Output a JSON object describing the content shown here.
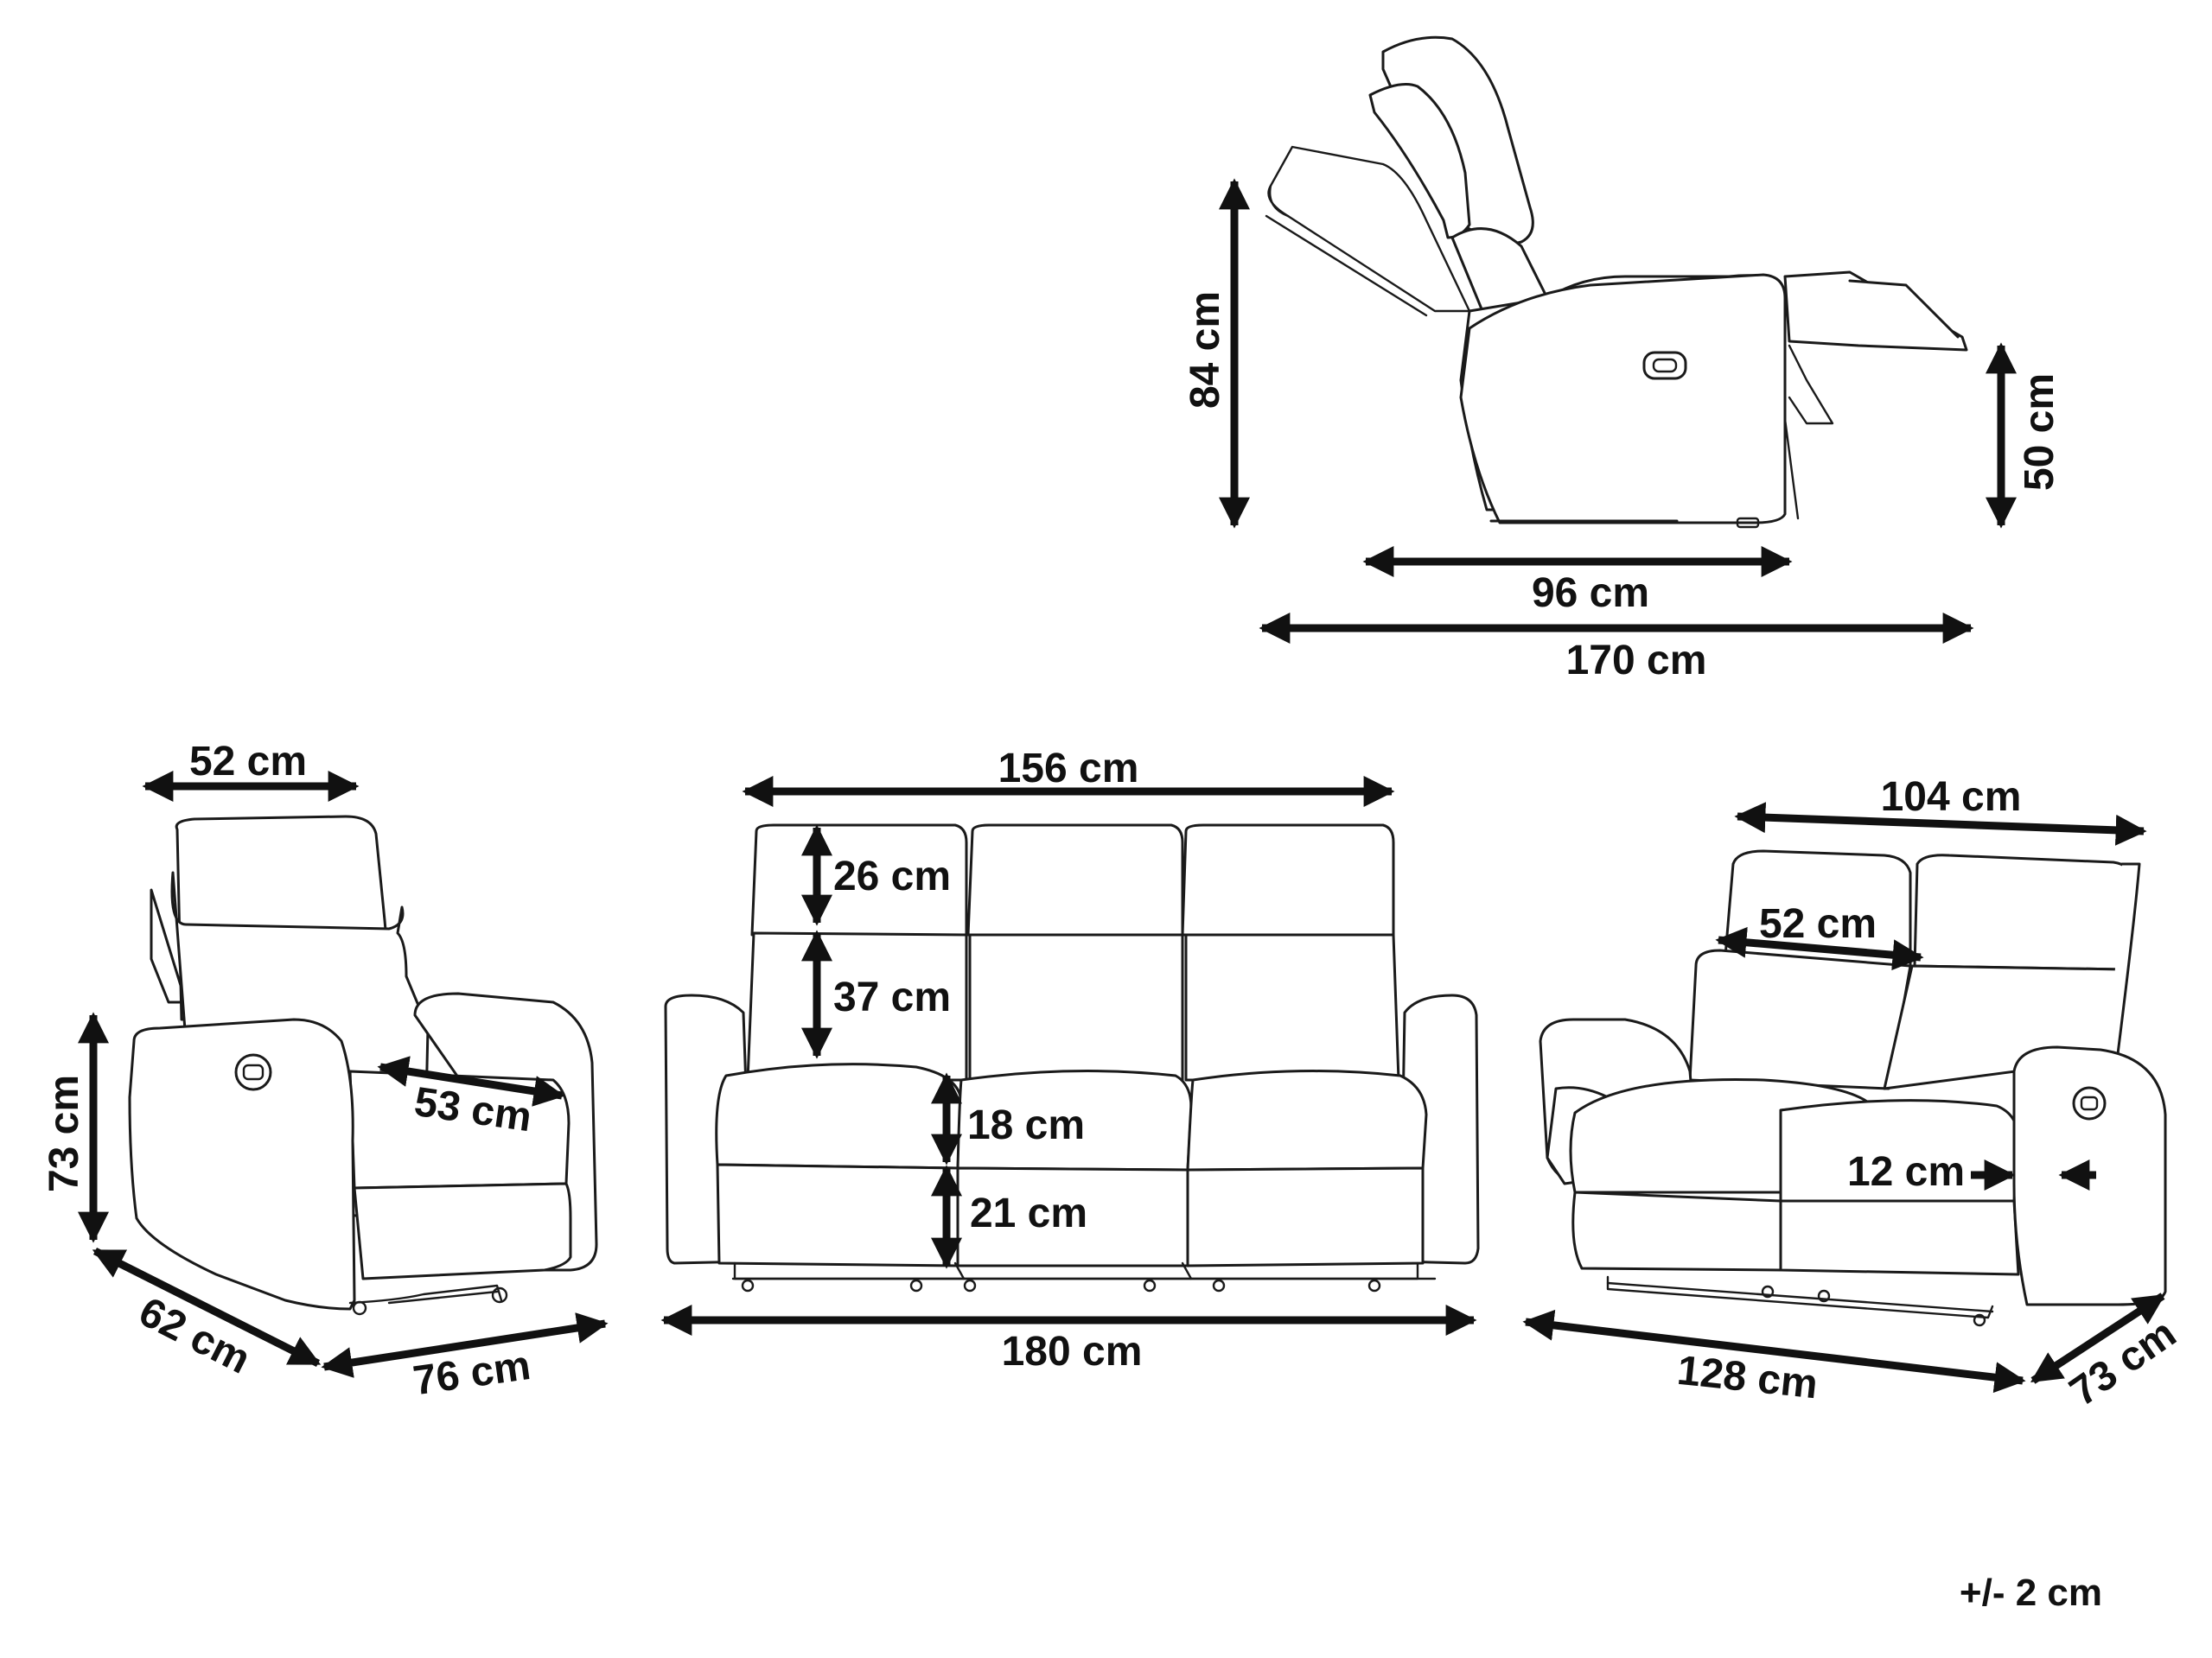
{
  "colors": {
    "ink": "#111111",
    "background": "#ffffff"
  },
  "recliner_side": {
    "height": "84 cm",
    "footrest_height": "50 cm",
    "depth": "96 cm",
    "depth_extended": "170 cm"
  },
  "armchair": {
    "seat_width": "52 cm",
    "seat_depth": "53 cm",
    "height": "73 cm",
    "depth": "62 cm",
    "width": "76 cm"
  },
  "sofa3": {
    "back_width": "156 cm",
    "headrest_height": "26 cm",
    "back_height": "37 cm",
    "cushion_height": "18 cm",
    "base_height": "21 cm",
    "width": "180 cm"
  },
  "sofa2": {
    "back_width": "104 cm",
    "seat_width": "52 cm",
    "arm_width": "12 cm",
    "width": "128 cm",
    "depth": "73 cm"
  },
  "tolerance": "+/- 2 cm"
}
